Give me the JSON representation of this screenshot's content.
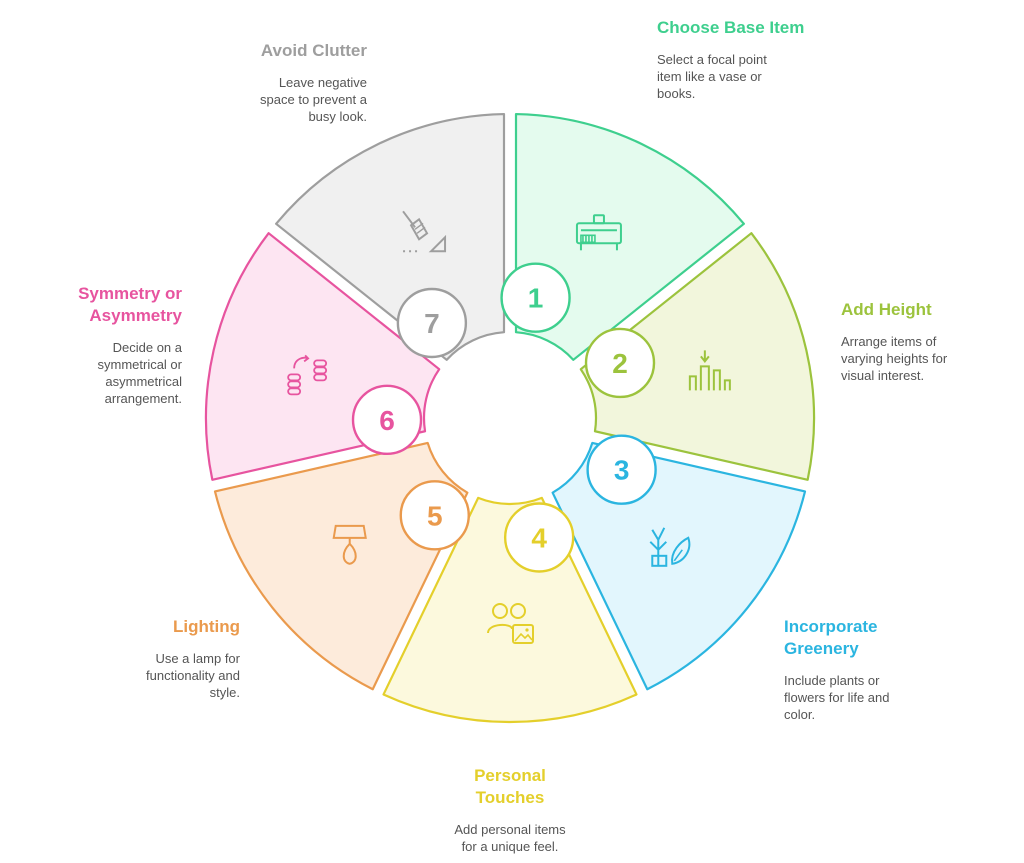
{
  "steps": [
    {
      "number": "1",
      "title": "Choose Base Item",
      "description": "Select a focal point item like a vase or books.",
      "icon": "cabinet-icon",
      "color": "#3ecf8e",
      "fill": "#e4fbee"
    },
    {
      "number": "2",
      "title": "Add Height",
      "description": "Arrange items of varying heights for visual interest.",
      "icon": "height-bars-icon",
      "color": "#9cc33d",
      "fill": "#f2f6dc"
    },
    {
      "number": "3",
      "title": "Incorporate Greenery",
      "description": "Include plants or flowers for life and color.",
      "icon": "plant-icon",
      "color": "#2bb5e0",
      "fill": "#e2f6fd"
    },
    {
      "number": "4",
      "title": "Personal Touches",
      "description": "Add personal items for a unique feel.",
      "icon": "people-photo-icon",
      "color": "#e4cf2b",
      "fill": "#fcf9dd"
    },
    {
      "number": "5",
      "title": "Lighting",
      "description": "Use a lamp for functionality and style.",
      "icon": "lamp-icon",
      "color": "#ea9a4d",
      "fill": "#fdebdb"
    },
    {
      "number": "6",
      "title": "Symmetry or Asymmetry",
      "description": "Decide on a symmetrical or asymmetrical arrangement.",
      "icon": "arrange-icon",
      "color": "#e7549f",
      "fill": "#fde5f2"
    },
    {
      "number": "7",
      "title": "Avoid Clutter",
      "description": "Leave negative space to prevent a busy look.",
      "icon": "broom-icon",
      "color": "#9e9e9e",
      "fill": "#f0f0f0"
    }
  ]
}
